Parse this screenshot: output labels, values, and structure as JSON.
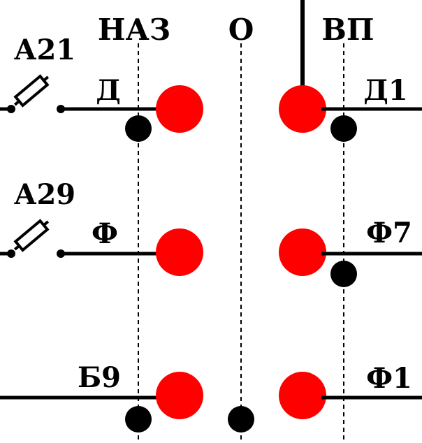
{
  "columns": {
    "left": "НАЗ",
    "middle": "О",
    "right": "ВП"
  },
  "fuses": {
    "top": "А21",
    "bottom": "А29"
  },
  "wires": {
    "row1_left": "Д",
    "row1_right": "Д1",
    "row2_left": "Ф",
    "row2_right": "Ф7",
    "row3_left": "Б9",
    "row3_right": "Ф1"
  },
  "colors": {
    "contact": "#ff0000",
    "line": "#000000",
    "background": "#ffffff"
  }
}
